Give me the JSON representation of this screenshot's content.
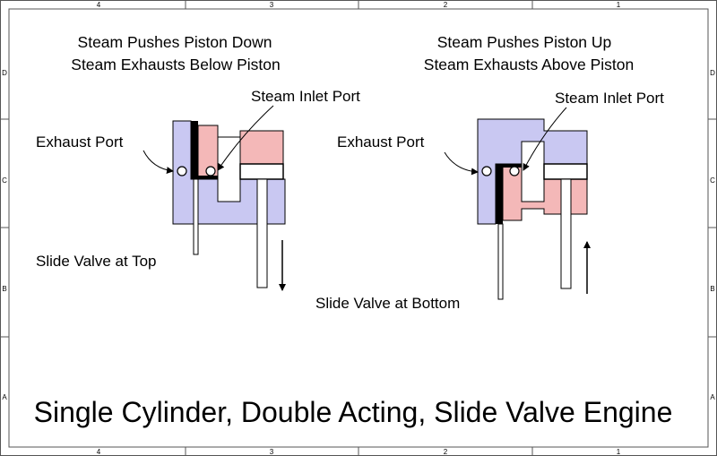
{
  "colors": {
    "exhaust": "#c9c8f2",
    "steam": "#f4b8b8",
    "outline": "#000000",
    "background": "#ffffff"
  },
  "border_zones": {
    "columns": [
      "4",
      "3",
      "2",
      "1"
    ],
    "rows": [
      "D",
      "C",
      "B",
      "A"
    ]
  },
  "left_diagram": {
    "caption_line1": "Steam Pushes Piston Down",
    "caption_line2": "Steam Exhausts Below Piston",
    "inlet_label": "Steam Inlet Port",
    "exhaust_label": "Exhaust Port",
    "valve_label": "Slide Valve at Top",
    "piston_direction": "down"
  },
  "right_diagram": {
    "caption_line1": "Steam Pushes Piston  Up",
    "caption_line2": "Steam Exhausts Above Piston",
    "inlet_label": "Steam Inlet Port",
    "exhaust_label": "Exhaust Port",
    "valve_label": "Slide Valve at Bottom",
    "piston_direction": "up"
  },
  "title": "Single Cylinder, Double Acting, Slide Valve Engine"
}
